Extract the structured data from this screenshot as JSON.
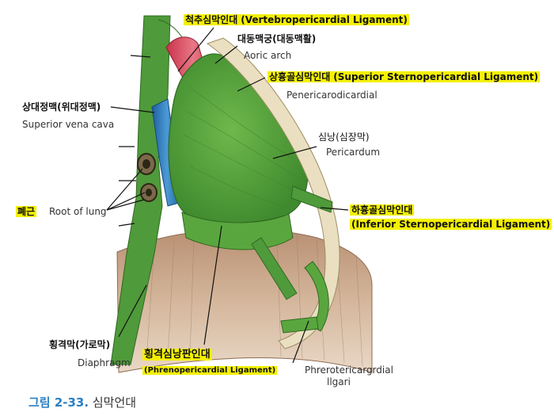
{
  "labels": {
    "vertebro_ko": "척추심막인대",
    "vertebro_en": "(Vertebropericardial Ligament)",
    "aortic_arch_ko": "대동맥궁(대동맥활)",
    "aortic_arch_en": "Aoric arch",
    "sup_sterno_ko": "상흉골심막인대",
    "sup_sterno_en": "(Superior Sternopericardial Ligament)",
    "penericardial": "Penericarodicardial",
    "svc_ko": "상대정맥(위대정맥)",
    "svc_en": "Superior vena cava",
    "pericardium_ko": "심낭(심장막)",
    "pericardium_en": "Pericardum",
    "lung_root_ko": "폐근",
    "lung_root_en": "Root of lung",
    "inf_sterno_ko": "하흉골심막인대",
    "inf_sterno_en": "(Inferior Sternopericardial Ligament)",
    "diaphragm_ko": "횡격막(가로막)",
    "diaphragm_en": "Diaphragm",
    "phreno_ko": "횡격심낭판인대",
    "phreno_en": "(Phrenopericardial Ligament)",
    "phrenoster_1": "Phreroter­icargrdial",
    "phrenoster_2": "llgari"
  },
  "caption": {
    "number": "그림 2-33.",
    "title": "심막언대"
  },
  "colors": {
    "highlight": "#f4f000",
    "ligament_green": "#4f9a3a",
    "pericardium_green": "#5aa63e",
    "aorta_red": "#d94a5c",
    "vena_blue": "#2f7fc0",
    "diaphragm_tan": "#c9a98a",
    "sternum_beige": "#eadfc0",
    "caption_blue": "#2a7fc3"
  }
}
